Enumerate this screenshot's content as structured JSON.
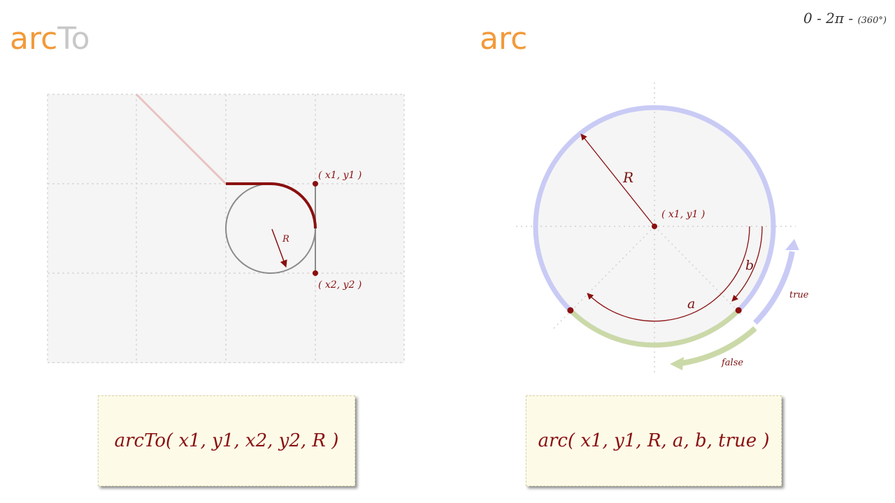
{
  "header": {
    "left_title_a": "arc",
    "left_title_b": "To",
    "right_title": "arc",
    "range_main": "0 - 2π - ",
    "range_small": "(360°)"
  },
  "arcto_diagram": {
    "p1_label": "( x1, y1 )",
    "p2_label": "( x2, y2 )",
    "radius_label": "R"
  },
  "arc_diagram": {
    "center_label": "( x1, y1 )",
    "radius_label": "R",
    "a_label": "a",
    "b_label": "b",
    "true_label": "true",
    "false_label": "false"
  },
  "notes": {
    "left": "arcTo( x1, y1, x2, y2, R )",
    "right": "arc( x1, y1, R, a, b, true )"
  },
  "colors": {
    "accent": "#f29a3a",
    "dark_red": "#8a1010",
    "true_arrow": "#c7c9f4",
    "false_arrow": "#cbd9a8"
  }
}
